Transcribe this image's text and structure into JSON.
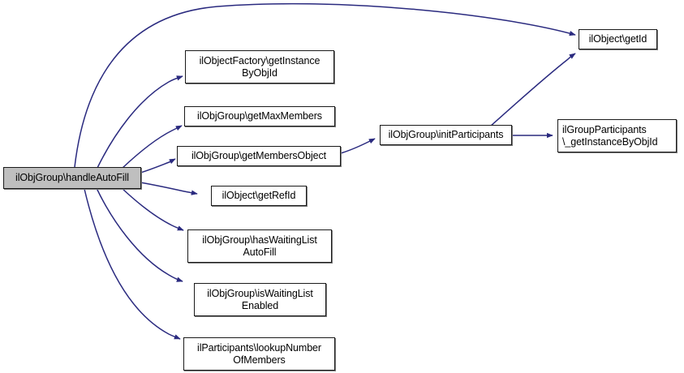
{
  "diagram": {
    "type": "call-graph",
    "title": "",
    "background_color": "#ffffff",
    "edge_color": "#2a2a7f",
    "node_border_color": "#1a1a1a",
    "node_fill_color": "#ffffff",
    "root_fill_color": "#bfbfbf"
  },
  "nodes": [
    {
      "id": "handleAutoFill",
      "label": "ilObjGroup\\handleAutoFill"
    },
    {
      "id": "getInstanceByObjId",
      "label": "ilObjectFactory\\getInstance\nByObjId"
    },
    {
      "id": "getMaxMembers",
      "label": "ilObjGroup\\getMaxMembers"
    },
    {
      "id": "getMembersObject",
      "label": "ilObjGroup\\getMembersObject"
    },
    {
      "id": "getRefId",
      "label": "ilObject\\getRefId"
    },
    {
      "id": "hasWaitingListAutoFill",
      "label": "ilObjGroup\\hasWaitingList\nAutoFill"
    },
    {
      "id": "isWaitingListEnabled",
      "label": "ilObjGroup\\isWaitingList\nEnabled"
    },
    {
      "id": "lookupNumberOfMembers",
      "label": "ilParticipants\\lookupNumber\nOfMembers"
    },
    {
      "id": "initParticipants",
      "label": "ilObjGroup\\initParticipants"
    },
    {
      "id": "getId",
      "label": "ilObject\\getId"
    },
    {
      "id": "getInstanceByObjIdGP",
      "label": "ilGroupParticipants\n\\_getInstanceByObjId"
    }
  ],
  "edges": [
    {
      "from": "handleAutoFill",
      "to": "getId"
    },
    {
      "from": "handleAutoFill",
      "to": "getInstanceByObjId"
    },
    {
      "from": "handleAutoFill",
      "to": "getMaxMembers"
    },
    {
      "from": "handleAutoFill",
      "to": "getMembersObject"
    },
    {
      "from": "handleAutoFill",
      "to": "getRefId"
    },
    {
      "from": "handleAutoFill",
      "to": "hasWaitingListAutoFill"
    },
    {
      "from": "handleAutoFill",
      "to": "isWaitingListEnabled"
    },
    {
      "from": "handleAutoFill",
      "to": "lookupNumberOfMembers"
    },
    {
      "from": "getMembersObject",
      "to": "initParticipants"
    },
    {
      "from": "initParticipants",
      "to": "getId"
    },
    {
      "from": "initParticipants",
      "to": "getInstanceByObjIdGP"
    }
  ]
}
